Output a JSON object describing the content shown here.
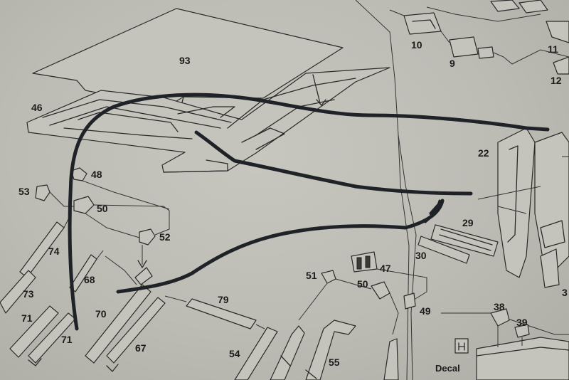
{
  "labels": {
    "l93": "93",
    "l46": "46",
    "l48": "48",
    "l53": "53",
    "l50a": "50",
    "l52": "52",
    "l74": "74",
    "l68": "68",
    "l73": "73",
    "l71a": "71",
    "l71b": "71",
    "l70": "70",
    "l67": "67",
    "l79": "79",
    "l54": "54",
    "l55": "55",
    "l51": "51",
    "l47": "47",
    "l50b": "50",
    "l49": "49",
    "l30": "30",
    "l29": "29",
    "l22": "22",
    "l10": "10",
    "l9": "9",
    "l11": "11",
    "l12": "12",
    "l38": "38",
    "l39": "39",
    "l3": "3",
    "decal": "Decal"
  },
  "icons": {
    "decal_mark": "decal-symbol-icon"
  },
  "colors": {
    "paper": "#c4c3bc",
    "ink": "#2a2a2a",
    "wire": "#1f2327"
  }
}
